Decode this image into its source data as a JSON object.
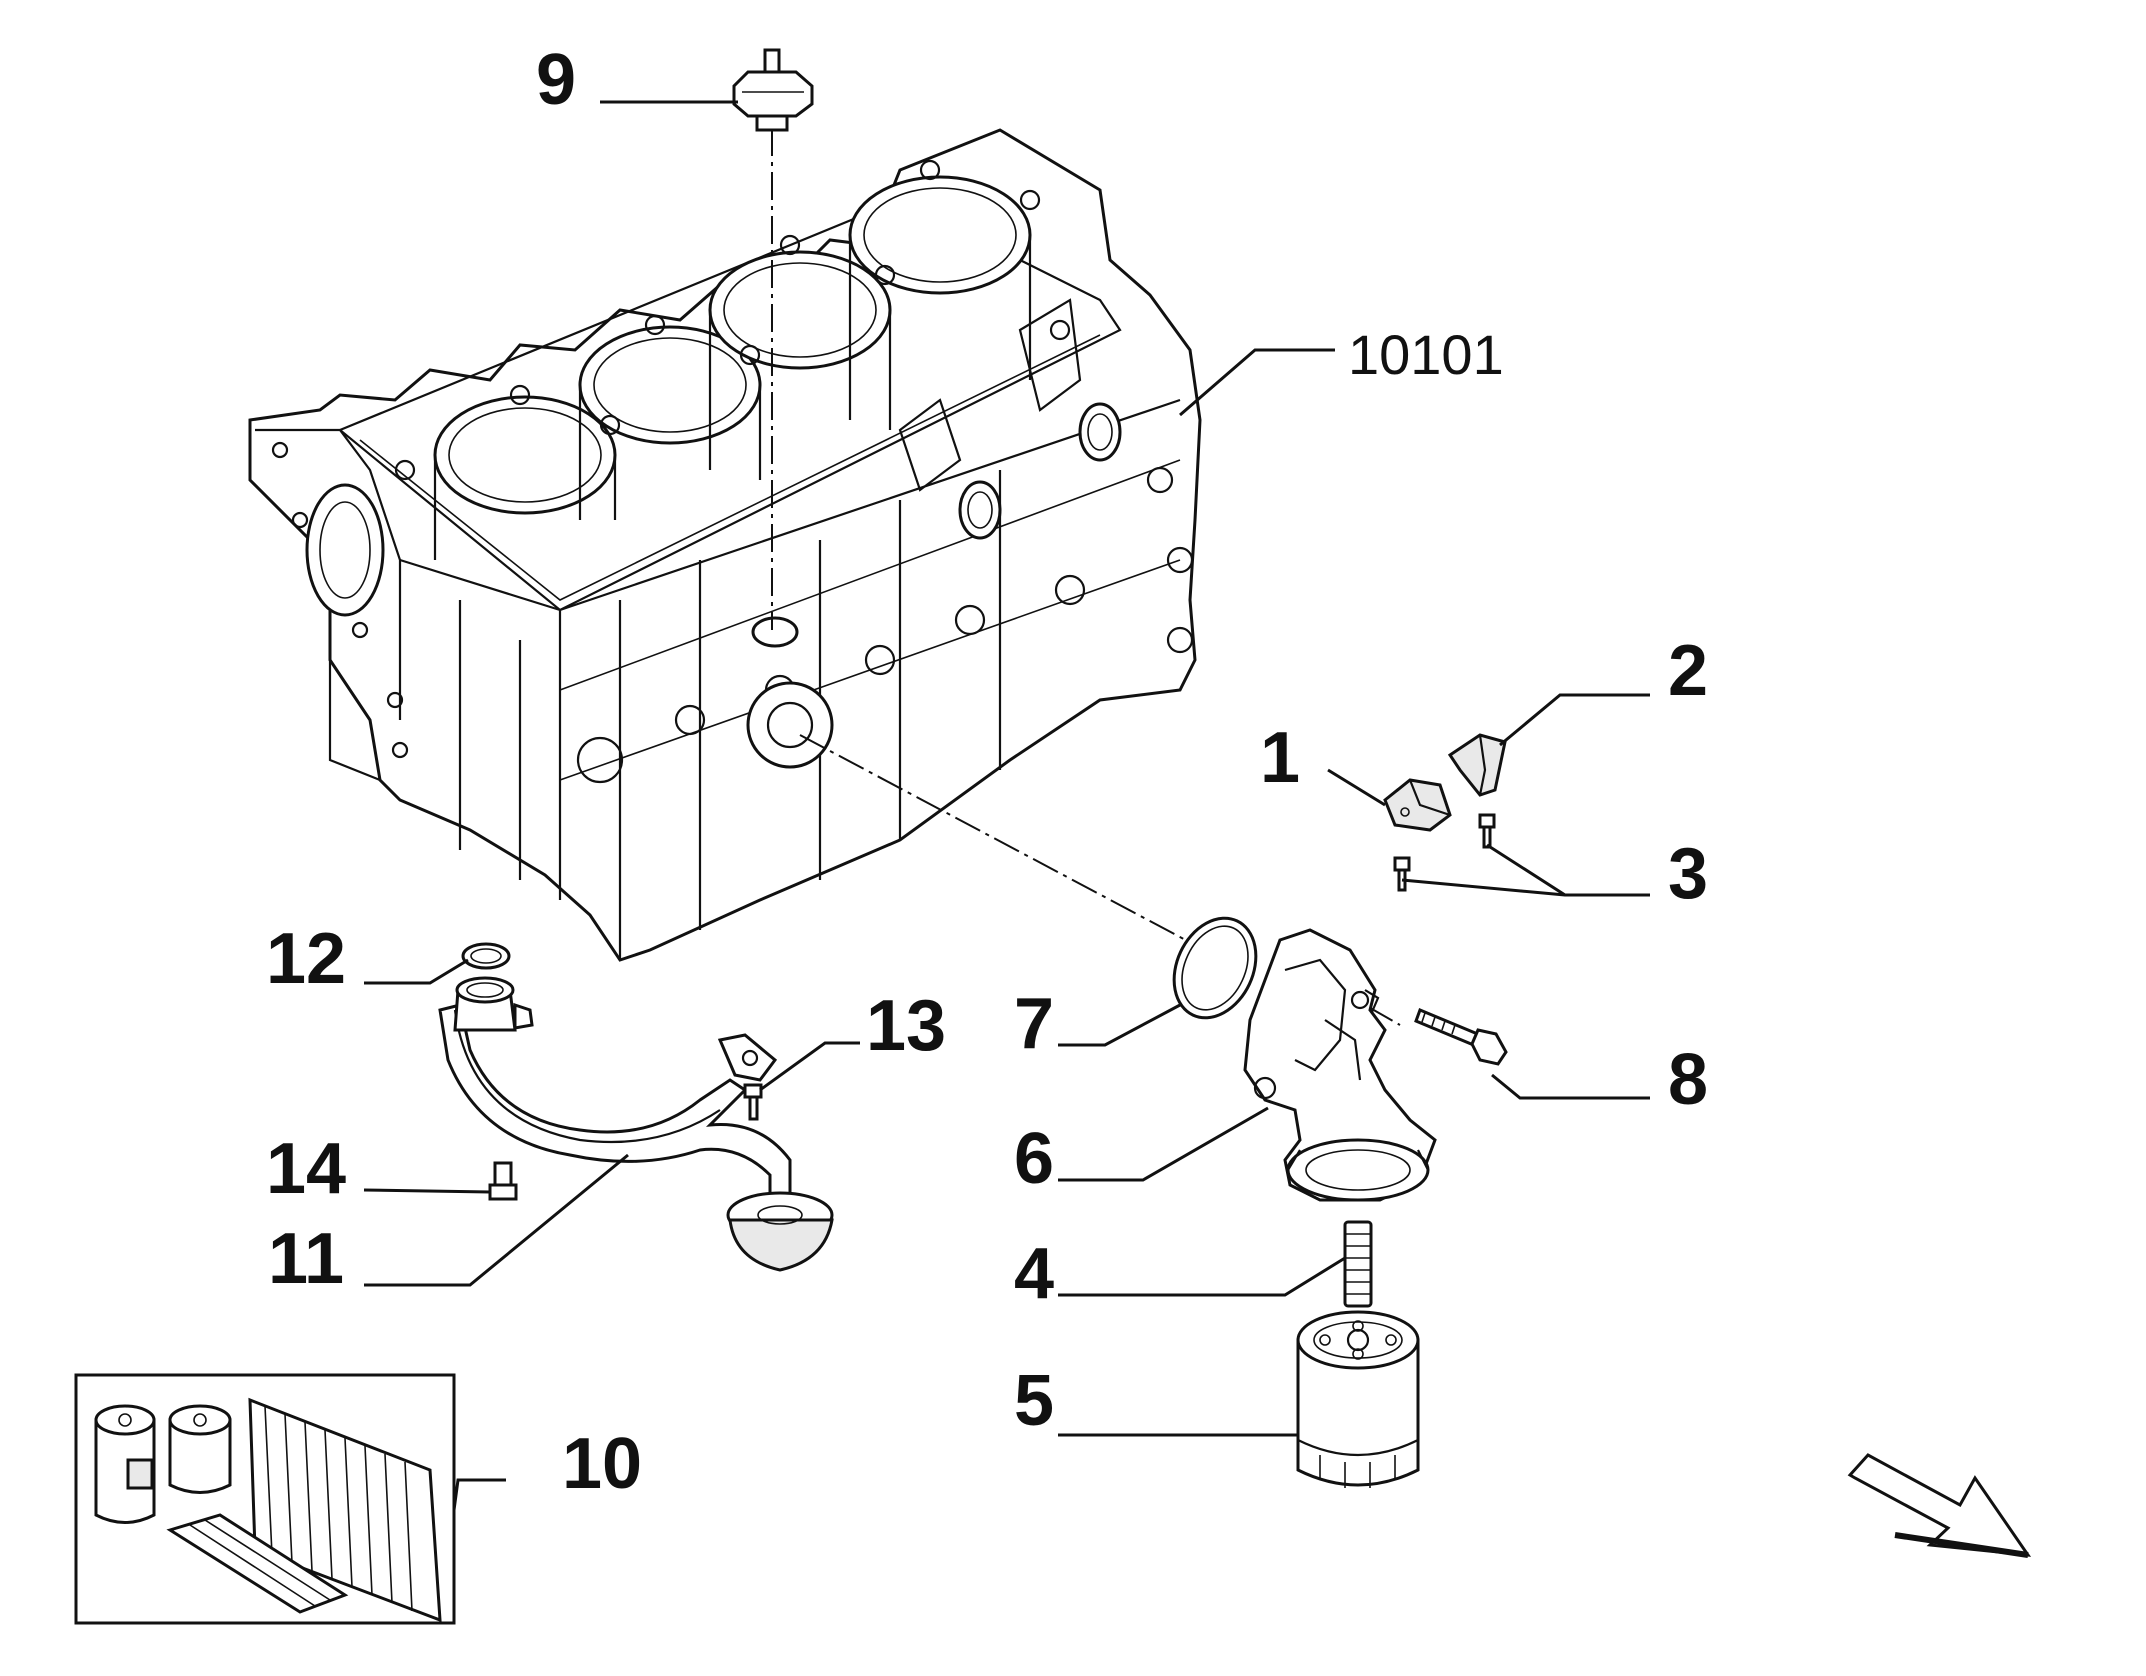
{
  "diagram": {
    "callouts": [
      {
        "id": "1",
        "label": "1"
      },
      {
        "id": "2",
        "label": "2"
      },
      {
        "id": "3",
        "label": "3"
      },
      {
        "id": "4",
        "label": "4"
      },
      {
        "id": "5",
        "label": "5"
      },
      {
        "id": "6",
        "label": "6"
      },
      {
        "id": "7",
        "label": "7"
      },
      {
        "id": "8",
        "label": "8"
      },
      {
        "id": "9",
        "label": "9"
      },
      {
        "id": "10",
        "label": "10"
      },
      {
        "id": "11",
        "label": "11"
      },
      {
        "id": "12",
        "label": "12"
      },
      {
        "id": "13",
        "label": "13"
      },
      {
        "id": "14",
        "label": "14"
      },
      {
        "id": "10101",
        "label": "10101"
      }
    ],
    "parts": [
      {
        "id": "engine-block",
        "icon": "engine-block-icon"
      },
      {
        "id": "oil-pressure-sensor",
        "icon": "sensor-icon"
      },
      {
        "id": "bracket-1",
        "icon": "bracket-icon"
      },
      {
        "id": "bracket-2",
        "icon": "bracket-icon"
      },
      {
        "id": "bolts-3",
        "icon": "bolt-icon"
      },
      {
        "id": "stud-4",
        "icon": "stud-icon"
      },
      {
        "id": "oil-filter-5",
        "icon": "oil-filter-icon"
      },
      {
        "id": "filter-support-6",
        "icon": "filter-housing-icon"
      },
      {
        "id": "o-ring-7",
        "icon": "o-ring-icon"
      },
      {
        "id": "bolt-8",
        "icon": "bolt-icon"
      },
      {
        "id": "service-kit-10",
        "icon": "filter-kit-icon"
      },
      {
        "id": "oil-pickup-11",
        "icon": "oil-pickup-icon"
      },
      {
        "id": "seal-12",
        "icon": "seal-ring-icon"
      },
      {
        "id": "bolt-13",
        "icon": "bolt-icon"
      },
      {
        "id": "bolt-14",
        "icon": "bolt-icon"
      }
    ],
    "orientation_arrow": "direction-arrow-icon"
  }
}
